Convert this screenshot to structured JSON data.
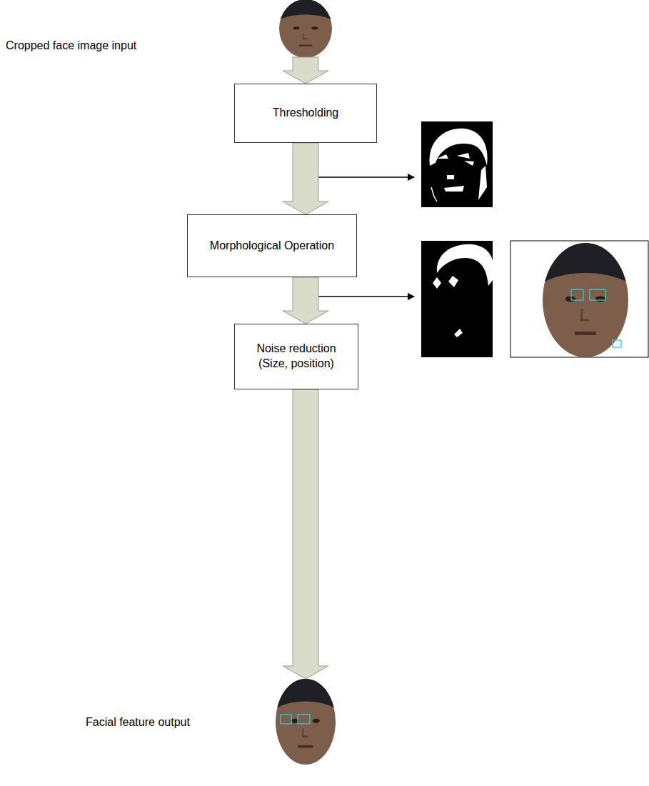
{
  "diagram": {
    "nodes": [
      {
        "text": [
          "Cropped face image input"
        ]
      },
      {
        "text": [
          "Thresholding"
        ]
      },
      {
        "text": [
          "Morphological Operation"
        ]
      },
      {
        "text": [
          "Noise reduction (Size, position)"
        ]
      },
      {
        "text": [
          "Facial feature output"
        ]
      }
    ],
    "edges": [
      {
        "from": 0,
        "to": 1,
        "arrow": "to"
      },
      {
        "from": 1,
        "to": 2,
        "arrow": "to"
      },
      {
        "from": 2,
        "to": 3,
        "arrow": "to"
      },
      {
        "from": 3,
        "to": 4,
        "arrow": "to"
      }
    ]
  }
}
